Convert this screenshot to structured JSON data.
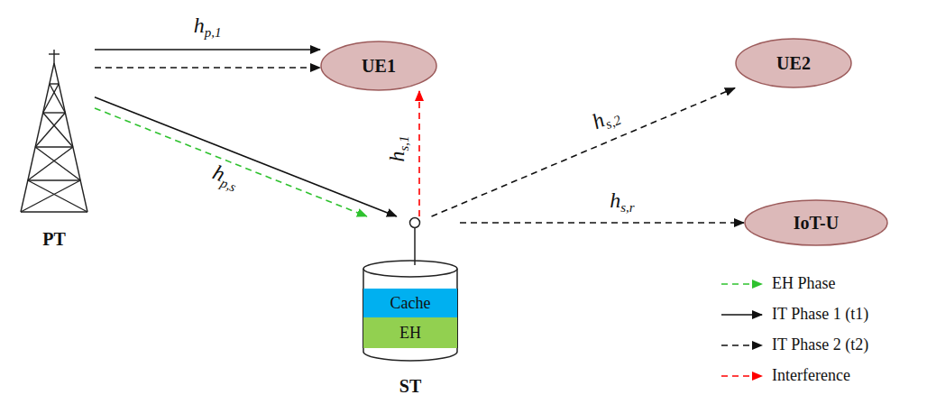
{
  "diagram": {
    "nodes": [
      {
        "text": [
          "PT"
        ]
      },
      {
        "text": [
          "UE1"
        ]
      },
      {
        "text": [
          "UE2"
        ]
      },
      {
        "text": [
          "ST"
        ]
      },
      {
        "text": [
          "Cache"
        ],
        "in": 3
      },
      {
        "text": [
          "EH"
        ],
        "in": 3
      },
      {
        "text": [
          "IoT-U"
        ]
      }
    ],
    "edges": [
      {
        "from": 0,
        "to": 1,
        "arrow": "to",
        "label": "hp,1"
      },
      {
        "from": 0,
        "to": 1,
        "arrow": "to"
      },
      {
        "from": 0,
        "to": 3,
        "arrow": "to",
        "label": "hp,s"
      },
      {
        "from": 0,
        "to": 3,
        "arrow": "to"
      },
      {
        "from": 3,
        "to": 1,
        "arrow": "to",
        "label": "hs,1"
      },
      {
        "from": 3,
        "to": 2,
        "arrow": "to",
        "label": "hs,2"
      },
      {
        "from": 3,
        "to": 6,
        "arrow": "to",
        "label": "hs,r"
      }
    ],
    "legend": [
      {
        "text": "EH Phase"
      },
      {
        "text": "IT Phase 1 (t1)"
      },
      {
        "text": "IT Phase 2 (t2)"
      },
      {
        "text": "Interference"
      }
    ]
  }
}
